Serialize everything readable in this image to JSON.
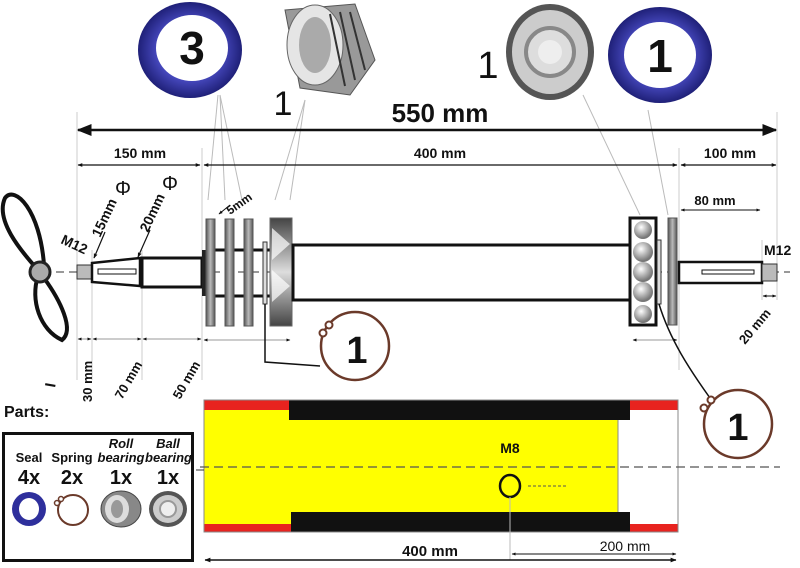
{
  "title": "Shaft assembly drawing",
  "dimensions": {
    "total": "550 mm",
    "left_section": "150 mm",
    "middle_section": "400 mm",
    "right_section": "100 mm",
    "right_shaft": "80 mm",
    "right_thread": "20 mm",
    "left_thread": "30 mm",
    "left_taper": "70 mm",
    "left_shoulder": "50 mm",
    "taper_small_dia": "15mm",
    "taper_large_dia": "20mm",
    "disc_gap": "5mm",
    "thread_left": "M12",
    "thread_right": "M12",
    "diameter_symbol": "Φ",
    "misc_mark": "I"
  },
  "callouts": {
    "seal_left_qty": "3",
    "roll_bearing_qty": "1",
    "ball_bearing_qty": "1",
    "seal_right_qty": "1",
    "spring_left_qty": "1",
    "spring_right_qty": "1"
  },
  "tube": {
    "hole_label": "M8",
    "length": "400 mm",
    "hole_offset": "200 mm",
    "colors": {
      "body": "#ffff00",
      "band": "#111111",
      "edge": "#e8231f"
    }
  },
  "parts": {
    "title": "Parts:",
    "items": [
      {
        "name_line1": "",
        "name_line2": "Seal",
        "qty": "4x",
        "icon": "seal-icon"
      },
      {
        "name_line1": "",
        "name_line2": "Spring",
        "qty": "2x",
        "icon": "spring-ring-icon"
      },
      {
        "name_line1": "Roll",
        "name_line2": "bearing",
        "qty": "1x",
        "icon": "roller-bearing-icon"
      },
      {
        "name_line1": "Ball",
        "name_line2": "bearing",
        "qty": "1x",
        "icon": "ball-bearing-icon"
      }
    ]
  },
  "colors": {
    "seal_blue": "#2e2f9c",
    "spring_brown": "#6b3a2a",
    "line": "#111111"
  }
}
